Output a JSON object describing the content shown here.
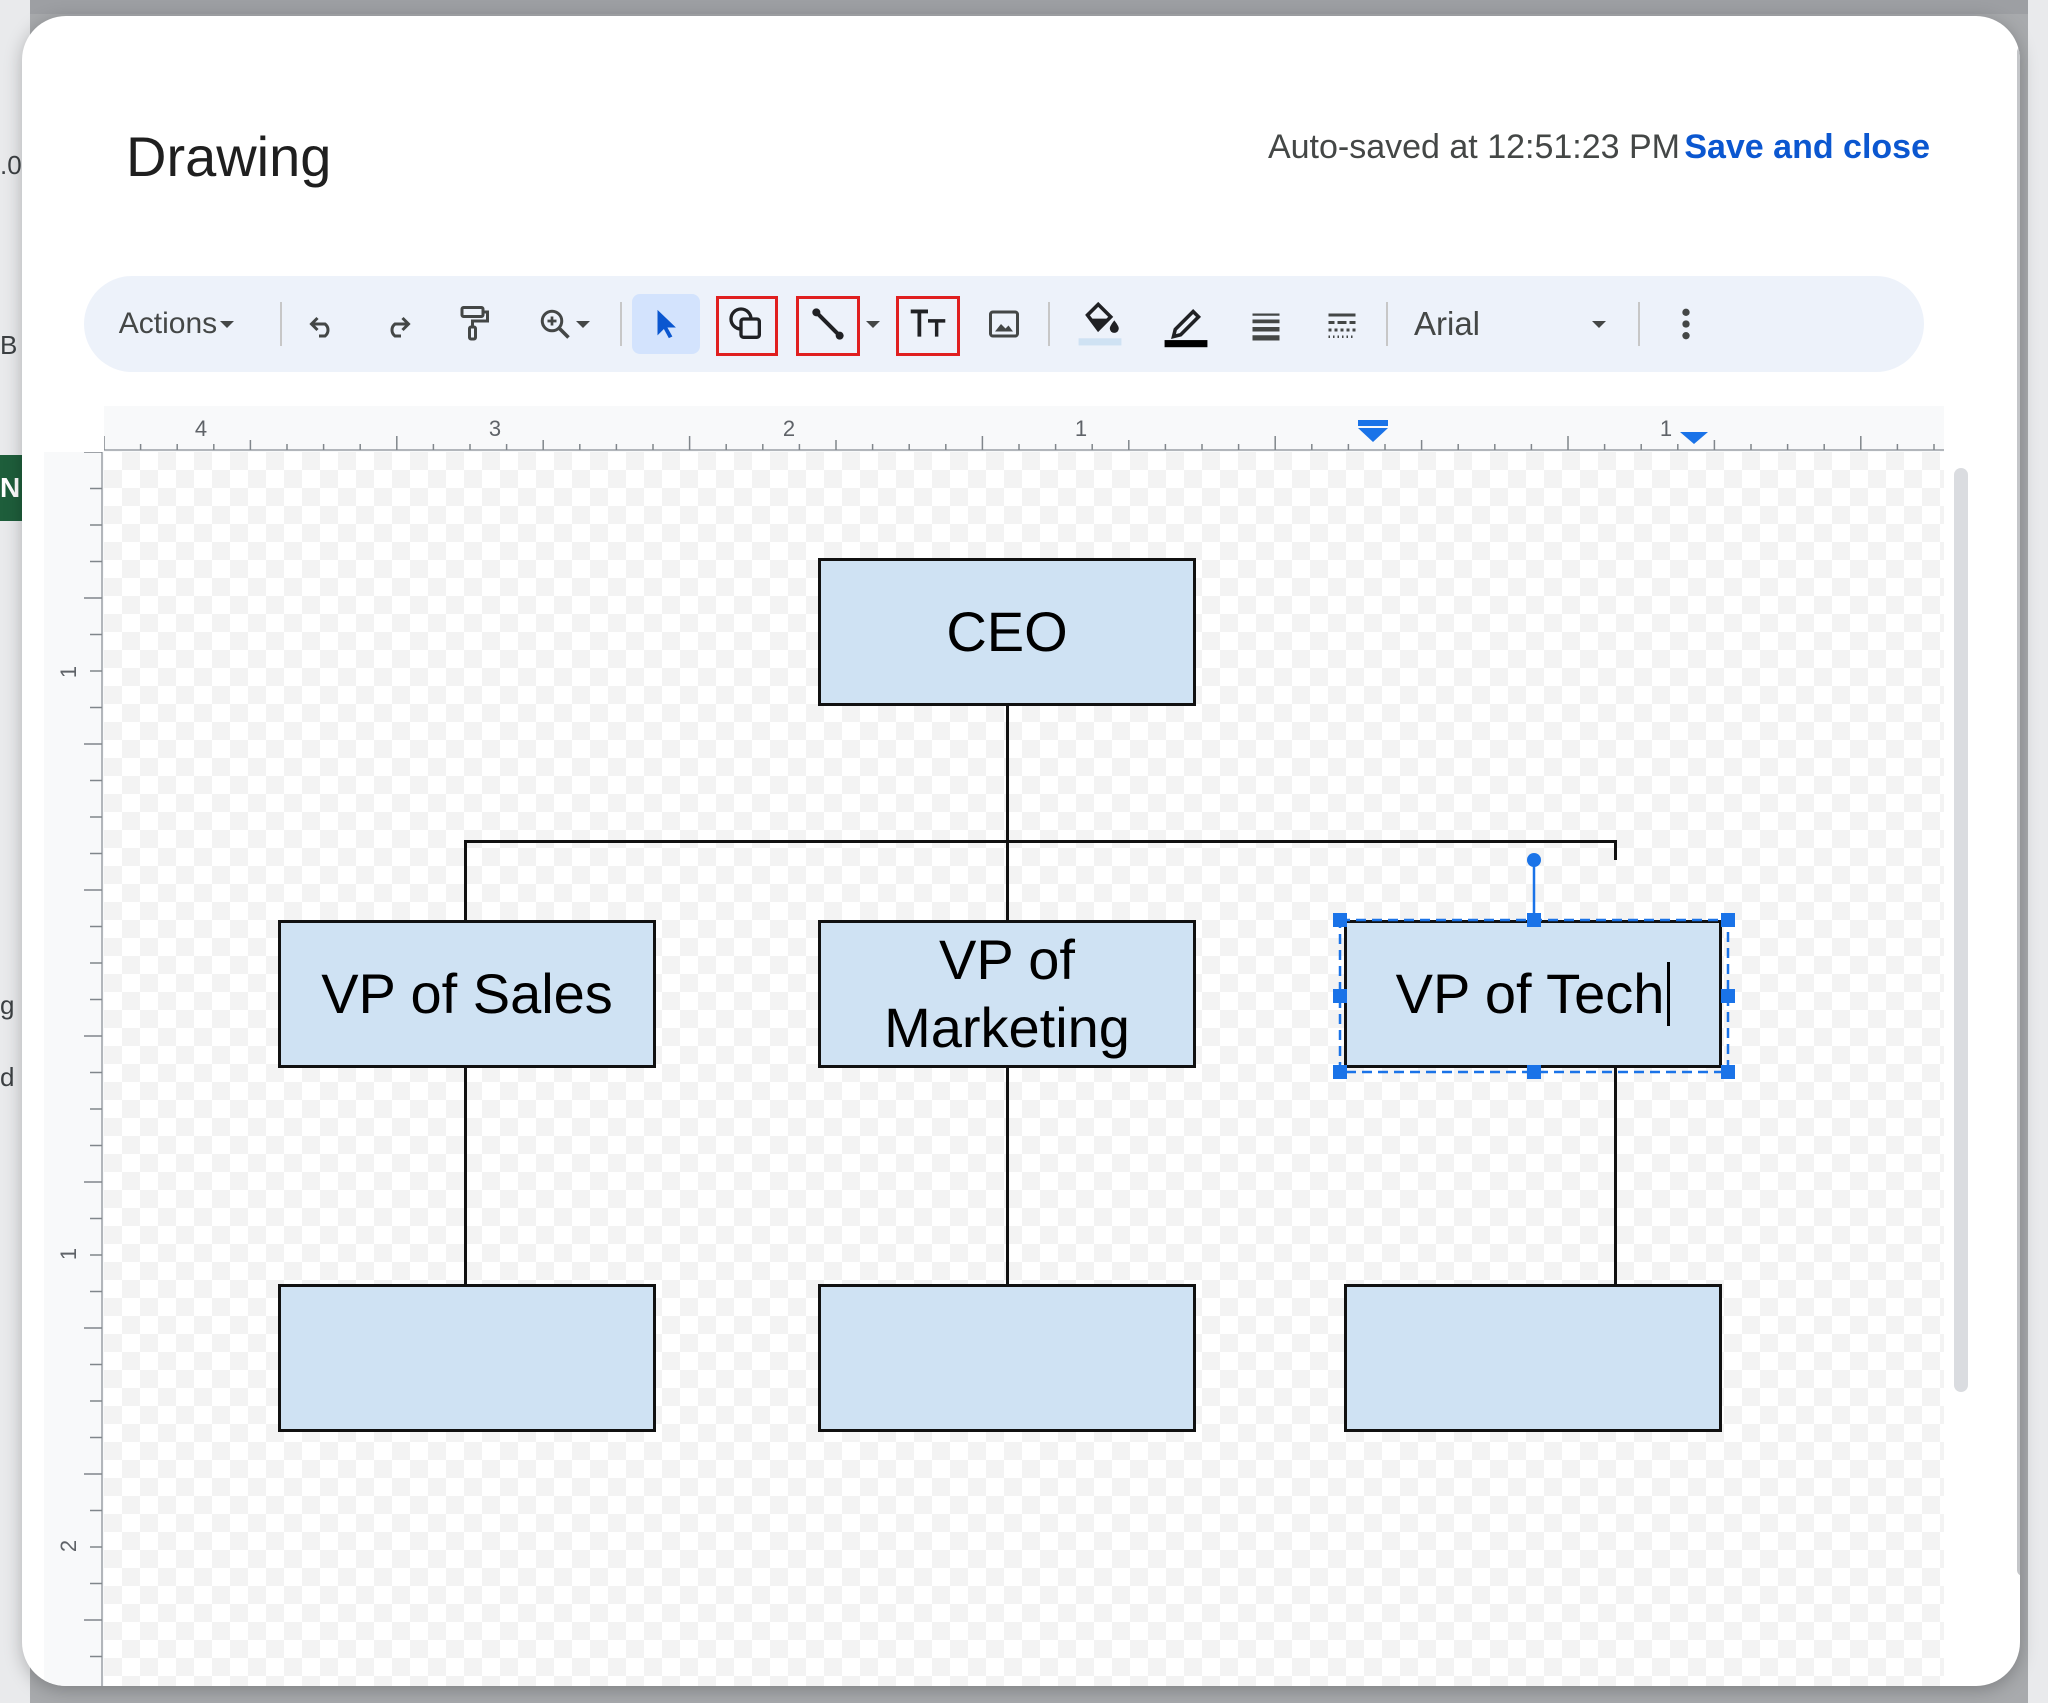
{
  "dialog": {
    "title": "Drawing",
    "autosave_text": "Auto-saved at 12:51:23 PM",
    "save_close_label": "Save and close"
  },
  "toolbar": {
    "actions_label": "Actions",
    "font_name": "Arial",
    "tools": [
      {
        "name": "undo-icon"
      },
      {
        "name": "redo-icon"
      },
      {
        "name": "paint-format-icon"
      },
      {
        "name": "zoom-icon"
      },
      {
        "name": "select-icon",
        "active": true
      },
      {
        "name": "shape-icon",
        "highlighted": true
      },
      {
        "name": "line-icon",
        "highlighted": true
      },
      {
        "name": "text-box-icon",
        "highlighted": true
      },
      {
        "name": "image-icon"
      },
      {
        "name": "fill-color-icon"
      },
      {
        "name": "border-color-icon"
      },
      {
        "name": "border-weight-icon"
      },
      {
        "name": "border-dash-icon"
      },
      {
        "name": "more-options-icon"
      }
    ],
    "highlight_color": "#e01f1f",
    "active_tool_bg": "#d3e3fd"
  },
  "ruler": {
    "h_labels": [
      "4",
      "3",
      "2",
      "1",
      "1"
    ],
    "v_labels": [
      "1",
      "1",
      "2"
    ]
  },
  "chart": {
    "nodes": {
      "ceo": "CEO",
      "vp_sales": "VP of Sales",
      "vp_marketing": "VP of\nMarketing",
      "vp_tech": "VP of Tech",
      "sub_1": "",
      "sub_2": "",
      "sub_3": ""
    },
    "node_fill": "#cfe2f3",
    "selection_color": "#1a73e8"
  },
  "colors": {
    "accent": "#0b57d0",
    "toolbar_bg": "#edf2fa"
  }
}
